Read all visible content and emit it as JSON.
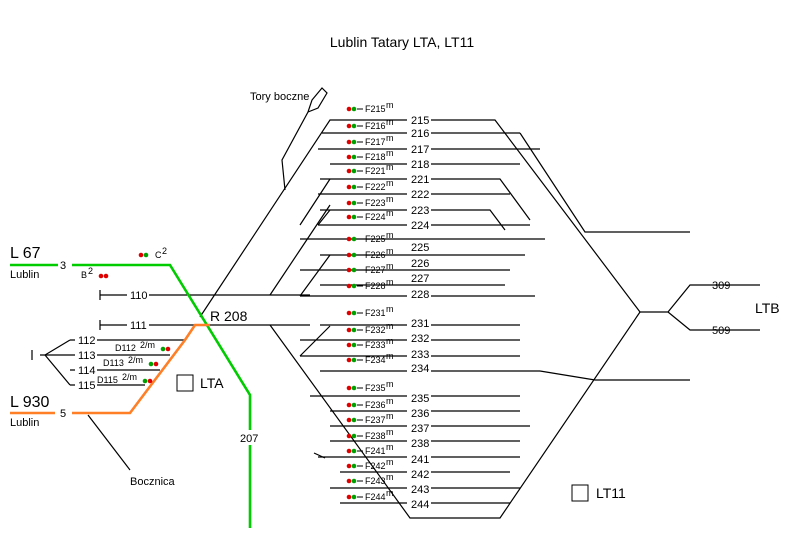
{
  "title": "Lublin Tatary LTA, LT11",
  "lines": [
    {
      "name": "L 67",
      "sub": "Lublin",
      "track": "3",
      "color": "#00cc00"
    },
    {
      "name": "L 930",
      "sub": "Lublin",
      "track": "5",
      "color": "#ff7f27"
    }
  ],
  "green_track_label": "207",
  "route_label": "R 208",
  "sidings_label": "Tory boczne",
  "bocznica_label": "Bocznica",
  "station_boxes": [
    "LTA",
    "LT11"
  ],
  "ltb_label": "LTB",
  "ltb_tracks": [
    "309",
    "509"
  ],
  "left_signals": {
    "c": "C",
    "c_sup": "2",
    "b": "B",
    "b_sup": "2"
  },
  "left_tracks": [
    "110",
    "111",
    "112",
    "113",
    "114",
    "115"
  ],
  "d_signals": [
    {
      "name": "D112",
      "sup": "2/m"
    },
    {
      "name": "D113",
      "sup": "2/m"
    },
    {
      "name": "D115",
      "sup": "2/m"
    }
  ],
  "yard_tracks": [
    "215",
    "216",
    "217",
    "218",
    "221",
    "222",
    "223",
    "224",
    "225",
    "226",
    "227",
    "228",
    "231",
    "232",
    "233",
    "234",
    "235",
    "236",
    "237",
    "238",
    "241",
    "242",
    "243",
    "244"
  ],
  "f_signals": [
    "F215",
    "F216",
    "F217",
    "F218",
    "F221",
    "F222",
    "F223",
    "F224",
    "F225",
    "F226",
    "F227",
    "F228",
    "F231",
    "F232",
    "F233",
    "F234",
    "F235",
    "F236",
    "F237",
    "F238",
    "F241",
    "F242",
    "F243",
    "F244"
  ],
  "f_sup": "m",
  "signal_colors": {
    "red": "#e00000",
    "green": "#00a000"
  }
}
